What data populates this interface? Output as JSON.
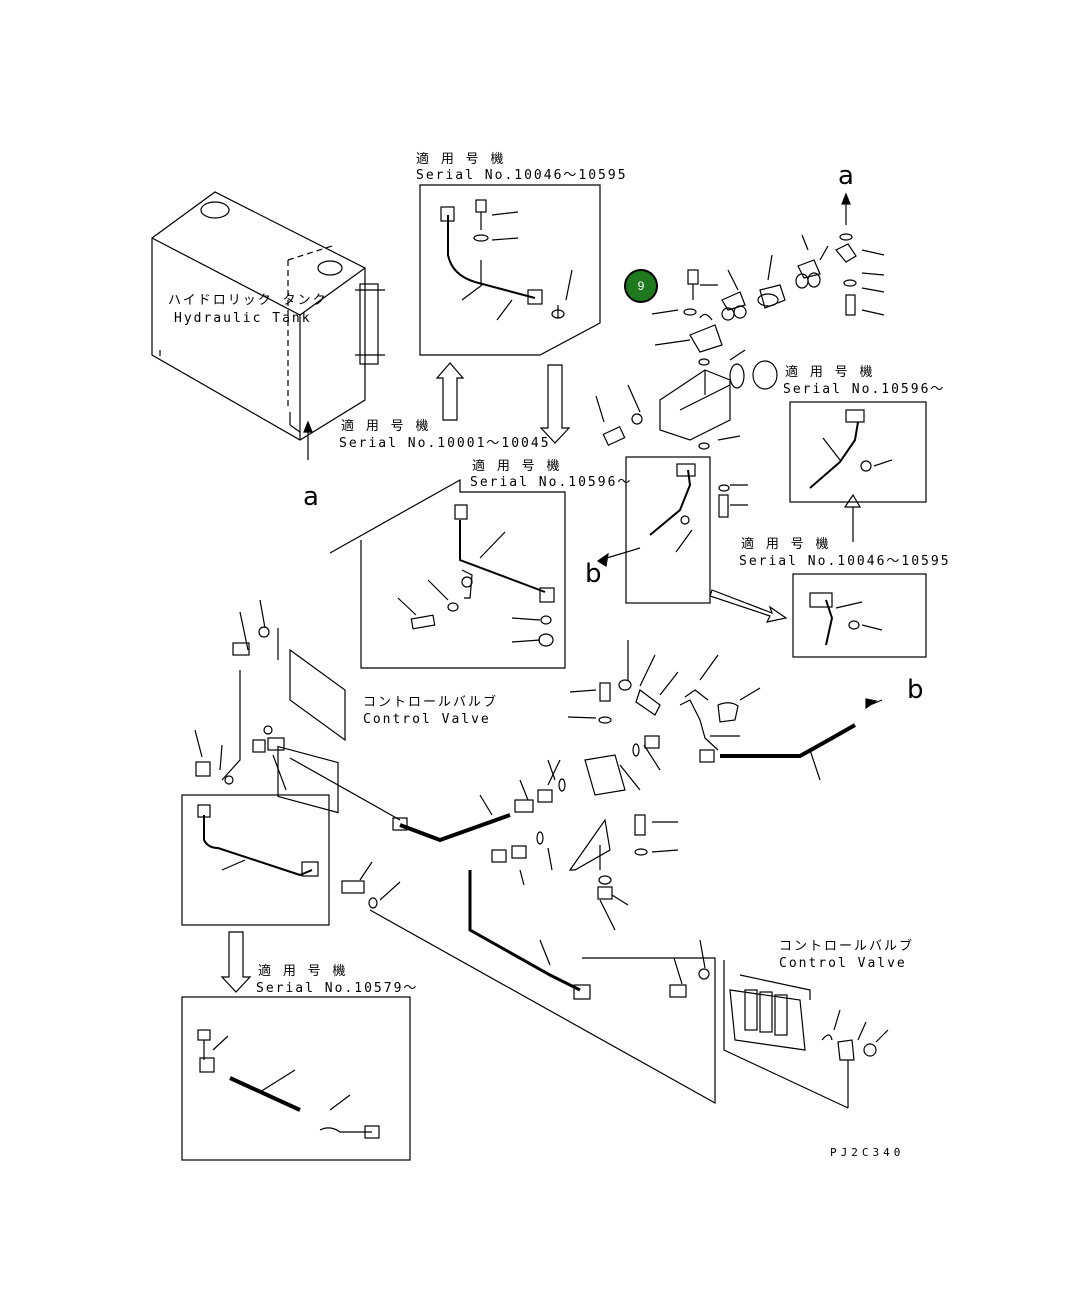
{
  "tank": {
    "jp": "ハイドロリック タンク",
    "en": "Hydraulic Tank"
  },
  "serial_labels": [
    {
      "jp": "適 用 号 機",
      "en": "Serial No.10046～10595"
    },
    {
      "jp": "適 用 号 機",
      "en": "Serial No.10001～10045"
    },
    {
      "jp": "適 用 号 機",
      "en": "Serial No.10596～"
    },
    {
      "jp": "適 用 号 機",
      "en": "Serial No.10596～"
    },
    {
      "jp": "適 用 号 機",
      "en": "Serial No.10046～10595"
    },
    {
      "jp": "適 用 号 機",
      "en": "Serial No.10579～"
    }
  ],
  "control_valves": [
    {
      "jp": "コントロールバルブ",
      "en": "Control Valve"
    },
    {
      "jp": "コントロールバルブ",
      "en": "Control Valve"
    }
  ],
  "markers": {
    "a1": "a",
    "a2": "a",
    "b1": "b",
    "b2": "b"
  },
  "callout": {
    "number": "9",
    "color": "#1f7a1f"
  },
  "drawing_code": "PJ2C340"
}
